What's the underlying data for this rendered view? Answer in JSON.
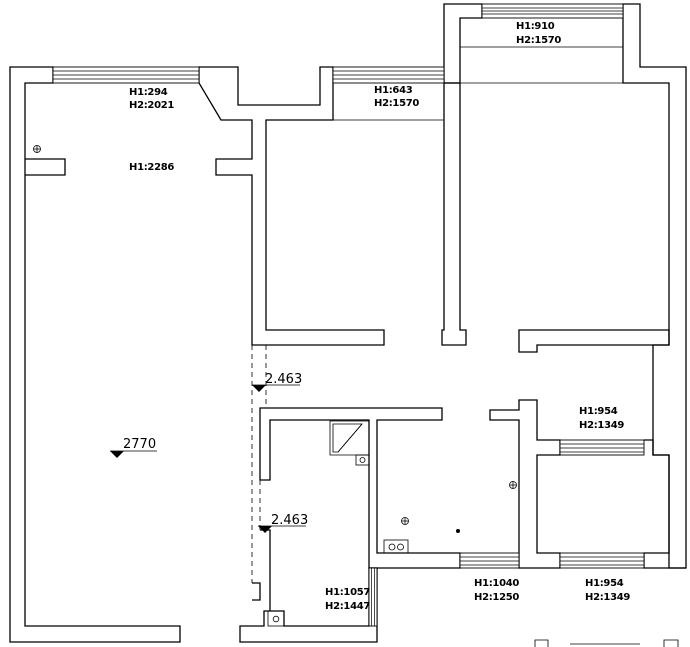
{
  "windows": [
    {
      "id": "win-top-right",
      "h1": "H1:910",
      "h2": "H2:1570"
    },
    {
      "id": "win-left-bedroom",
      "h1": "H1:294",
      "h2": "H2:2021"
    },
    {
      "id": "win-middle-bedroom",
      "h1": "H1:643",
      "h2": "H2:1570"
    },
    {
      "id": "win-kitchen",
      "h1": "H1:1040",
      "h2": "H2:1250"
    },
    {
      "id": "win-small-room-bottom",
      "h1": "H1:954",
      "h2": "H2:1349"
    },
    {
      "id": "win-small-room-top",
      "h1": "H1:954",
      "h2": "H2:1349"
    },
    {
      "id": "win-bathroom",
      "h1": "H1:1057",
      "h2": "H2:1447"
    }
  ],
  "openings": [
    {
      "id": "door-left-room",
      "text": "H1:2286"
    }
  ],
  "levels": [
    {
      "id": "level-living",
      "text": "2770"
    },
    {
      "id": "level-corridor",
      "text": "2.463"
    },
    {
      "id": "level-bathroom",
      "text": "2.463"
    }
  ]
}
